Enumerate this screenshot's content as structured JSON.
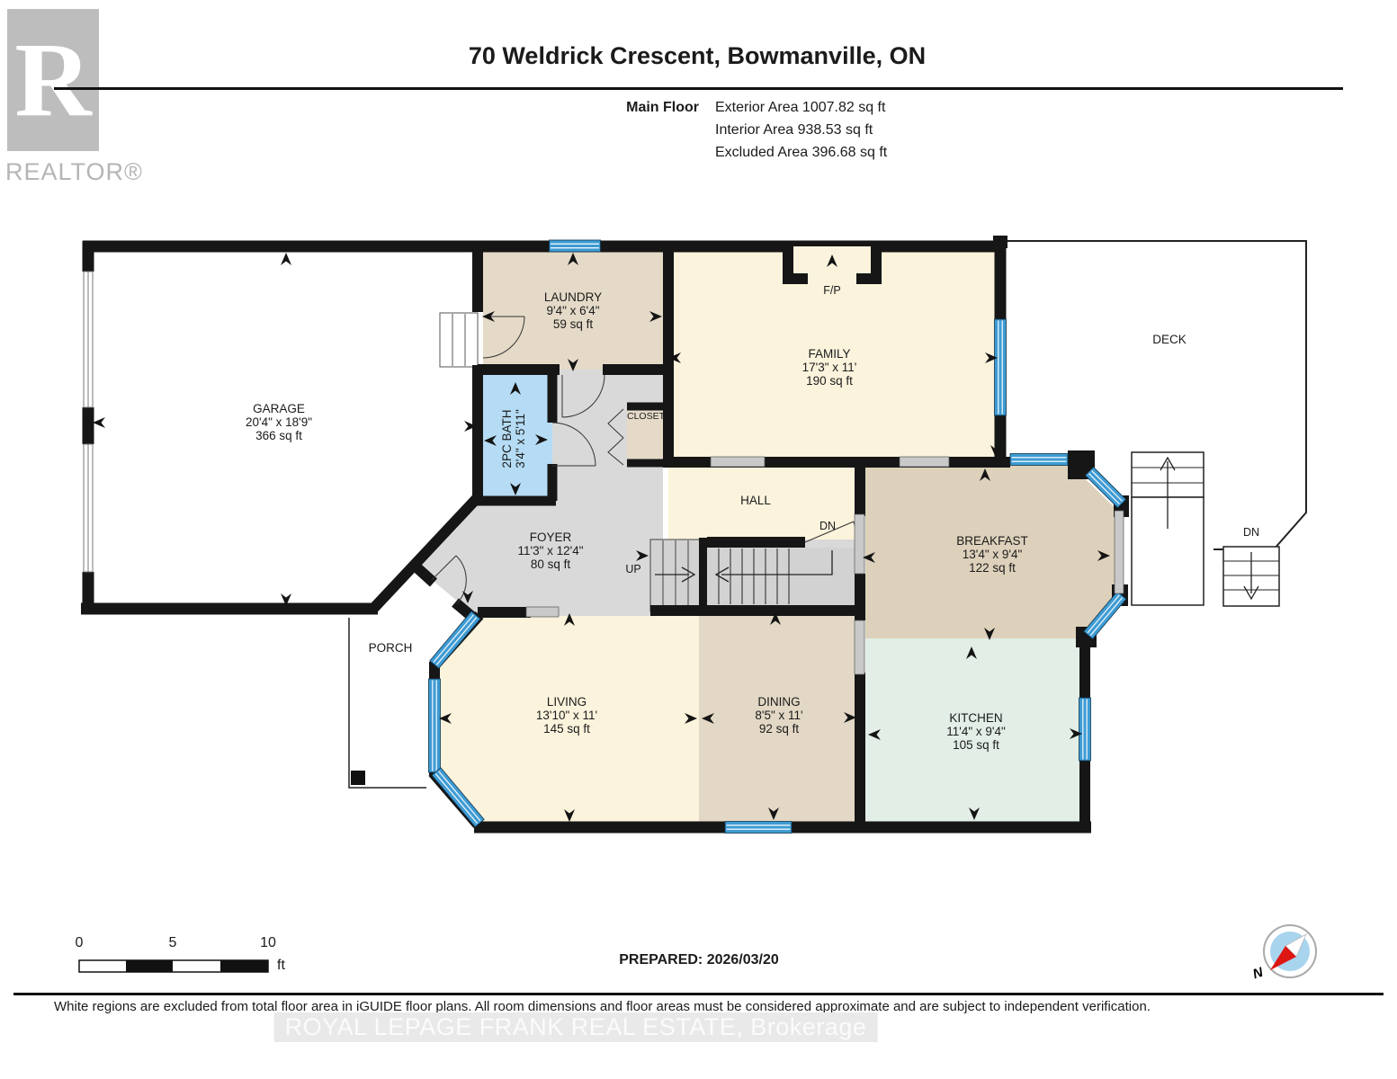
{
  "header": {
    "logo": {
      "letter": "R",
      "brand": "REALTOR®"
    },
    "title": "70 Weldrick Crescent, Bowmanville, ON",
    "floor_label": "Main Floor",
    "areas": {
      "exterior": "Exterior Area 1007.82 sq ft",
      "interior": "Interior Area 938.53 sq ft",
      "excluded": "Excluded Area 396.68 sq ft"
    }
  },
  "rooms": {
    "garage": {
      "name": "GARAGE",
      "dims": "20'4\" x 18'9\"",
      "area": "366 sq ft"
    },
    "laundry": {
      "name": "LAUNDRY",
      "dims": "9'4\" x 6'4\"",
      "area": "59 sq ft"
    },
    "family": {
      "name": "FAMILY",
      "dims": "17'3\" x 11'",
      "area": "190 sq ft"
    },
    "bath": {
      "name": "2PC BATH",
      "dims": "3'4\" x 5'11\""
    },
    "closet": {
      "name": "CLOSET"
    },
    "foyer": {
      "name": "FOYER",
      "dims": "11'3\" x 12'4\"",
      "area": "80 sq ft"
    },
    "hall": {
      "name": "HALL"
    },
    "breakfast": {
      "name": "BREAKFAST",
      "dims": "13'4\" x 9'4\"",
      "area": "122 sq ft"
    },
    "kitchen": {
      "name": "KITCHEN",
      "dims": "11'4\" x 9'4\"",
      "area": "105 sq ft"
    },
    "dining": {
      "name": "DINING",
      "dims": "8'5\" x 11'",
      "area": "92 sq ft"
    },
    "living": {
      "name": "LIVING",
      "dims": "13'10\" x 11'",
      "area": "145 sq ft"
    }
  },
  "labels": {
    "deck": "DECK",
    "porch": "PORCH",
    "fireplace": "F/P",
    "up": "UP",
    "down_hall": "DN",
    "down_deck": "DN"
  },
  "scale_bar": {
    "tick0": "0",
    "tick5": "5",
    "tick10": "10",
    "unit": "ft"
  },
  "footer": {
    "prepared": "PREPARED: 2026/03/20",
    "disclaimer": "White regions are excluded from total floor area in iGUIDE floor plans. All room dimensions and floor areas must be considered approximate and are subject to independent verification.",
    "watermark": "ROYAL LEPAGE FRANK REAL ESTATE, Brokerage",
    "compass_north": "N"
  },
  "colors": {
    "wall": "#161616",
    "cream": "#fbf3dc",
    "tan": "#e4dac7",
    "tan_dark": "#ddd1bb",
    "mint": "#e2eee6",
    "bath_blue": "#b5dcf4",
    "gray": "#d9d9d9",
    "window_blue": "#3e9bd3"
  }
}
